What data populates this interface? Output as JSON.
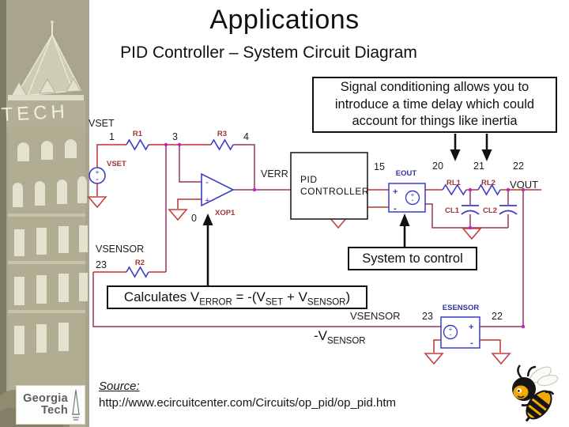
{
  "slide": {
    "title": "Applications",
    "subtitle": "PID Controller – System Circuit Diagram"
  },
  "callouts": {
    "signal_conditioning": "Signal conditioning allows you to introduce a time delay which could account for things like inertia",
    "system_to_control": "System to control",
    "calculates": {
      "t1": "Calculates V",
      "sub1": "ERROR",
      "t2": " = -(V",
      "sub2": "SET",
      "t3": " + V",
      "sub3": "SENSOR",
      "t4": ")"
    }
  },
  "annotations": {
    "neg_vsensor": {
      "t1": "-V",
      "sub1": "SENSOR"
    }
  },
  "schematic": {
    "net_vset": "VSET",
    "net_verr": "VERR",
    "net_vout": "VOUT",
    "net_vsensor": "VSENSOR",
    "src_vset": "VSET",
    "r1": "R1",
    "r2": "R2",
    "r3": "R3",
    "rl1": "RL1",
    "rl2": "RL2",
    "cl1": "CL1",
    "cl2": "CL2",
    "xop1": "XOP1",
    "eout": "EOUT",
    "esensor": "ESENSOR",
    "pid1": "PID",
    "pid2": "CONTROLLER",
    "n0": "0",
    "n1": "1",
    "n3": "3",
    "n4": "4",
    "n15": "15",
    "n20": "20",
    "n21": "21",
    "n22": "22",
    "n23": "23",
    "plus": "+",
    "minus": "-"
  },
  "source": {
    "label": "Source:",
    "url": "http://www.ecircuitcenter.com/Circuits/op_pid/op_pid.htm"
  },
  "logo": {
    "line1": "Georgia",
    "line2": "Tech"
  },
  "photo": {
    "tower_text": "TECH"
  },
  "colors": {
    "wire_red": "#c03030",
    "wire_maroon": "#97355f",
    "component_blue": "#3c3cc8",
    "label_red": "#a03434",
    "label_navy": "#3434a0",
    "junction_magenta": "#c320c3",
    "ground_red": "#c84040",
    "strip_olive": "#a8a58c",
    "bee_yellow": "#f2a900"
  }
}
